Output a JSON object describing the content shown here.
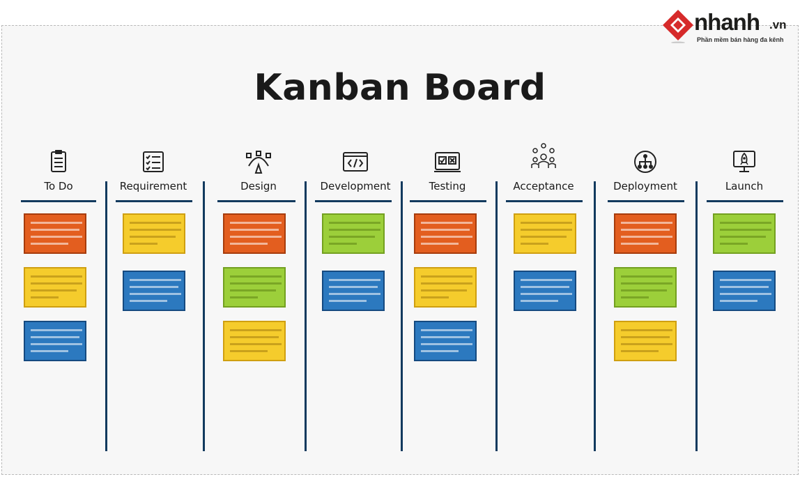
{
  "logo": {
    "brand": "nhanh",
    "tld": ".vn",
    "tagline": "Phần mềm bán hàng đa kênh",
    "colors": {
      "mark": "#d62a2a",
      "text": "#1d1d1b"
    }
  },
  "title": "Kanban Board",
  "colors": {
    "orange": "#e35e1f",
    "yellow": "#f5cc2c",
    "green": "#9ccf3a",
    "blue": "#2c79bf",
    "rule": "#123a5e"
  },
  "columns": [
    {
      "label": "To Do",
      "icon": "clipboard-checklist-icon",
      "cards": [
        "orange",
        "yellow",
        "blue"
      ]
    },
    {
      "label": "Requirement",
      "icon": "checklist-icon",
      "cards": [
        "yellow",
        "blue"
      ]
    },
    {
      "label": "Design",
      "icon": "bezier-pen-icon",
      "cards": [
        "orange",
        "green",
        "yellow"
      ]
    },
    {
      "label": "Development",
      "icon": "code-window-icon",
      "cards": [
        "green",
        "blue"
      ]
    },
    {
      "label": "Testing",
      "icon": "test-checkbox-icon",
      "cards": [
        "orange",
        "yellow",
        "blue"
      ]
    },
    {
      "label": "Acceptance",
      "icon": "people-approval-icon",
      "cards": [
        "yellow",
        "blue"
      ]
    },
    {
      "label": "Deployment",
      "icon": "network-hierarchy-icon",
      "cards": [
        "orange",
        "green",
        "yellow"
      ]
    },
    {
      "label": "Launch",
      "icon": "rocket-monitor-icon",
      "cards": [
        "green",
        "blue"
      ]
    }
  ]
}
